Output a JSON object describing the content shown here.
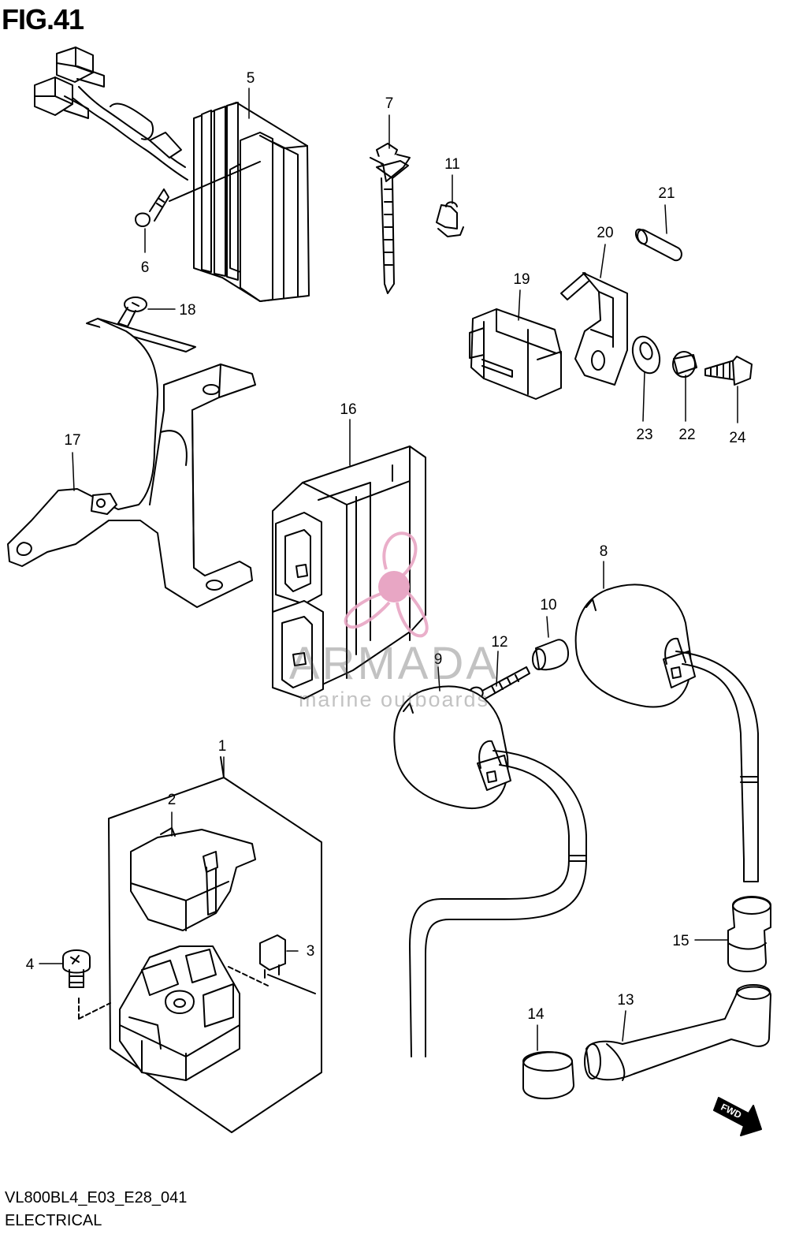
{
  "figure": {
    "title": "FIG.41",
    "code": "VL800BL4_E03_E28_041",
    "name": "ELECTRICAL"
  },
  "callouts": [
    "1",
    "2",
    "3",
    "4",
    "5",
    "6",
    "7",
    "8",
    "9",
    "10",
    "11",
    "12",
    "13",
    "14",
    "15",
    "16",
    "17",
    "18",
    "19",
    "20",
    "21",
    "22",
    "23",
    "24"
  ],
  "fwd_label": "FWD",
  "watermark": {
    "brand": "ARMADA",
    "tagline": "marine outboards",
    "color": "#e8a6c4"
  },
  "colors": {
    "line": "#000000",
    "background": "#ffffff"
  }
}
